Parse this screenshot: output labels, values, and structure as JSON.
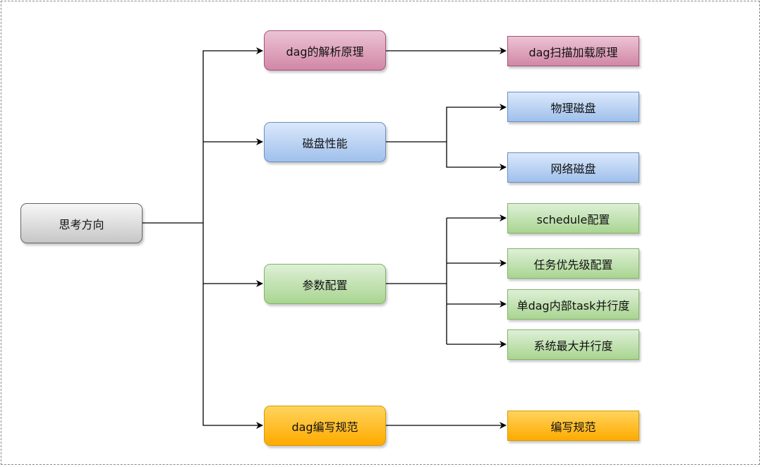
{
  "diagram": {
    "root": {
      "label": "思考方向",
      "color": "#d0d0d0"
    },
    "branches": [
      {
        "label": "dag的解析原理",
        "color": "#d187a6",
        "children": [
          {
            "label": "dag扫描加载原理"
          }
        ]
      },
      {
        "label": "磁盘性能",
        "color": "#9fc0ec",
        "children": [
          {
            "label": "物理磁盘"
          },
          {
            "label": "网络磁盘"
          }
        ]
      },
      {
        "label": "参数配置",
        "color": "#a9d591",
        "children": [
          {
            "label": "schedule配置"
          },
          {
            "label": "任务优先级配置"
          },
          {
            "label": "单dag内部task并行度"
          },
          {
            "label": "系统最大并行度"
          }
        ]
      },
      {
        "label": "dag编写规范",
        "color": "#ffaa00",
        "children": [
          {
            "label": "编写规范"
          }
        ]
      }
    ]
  }
}
